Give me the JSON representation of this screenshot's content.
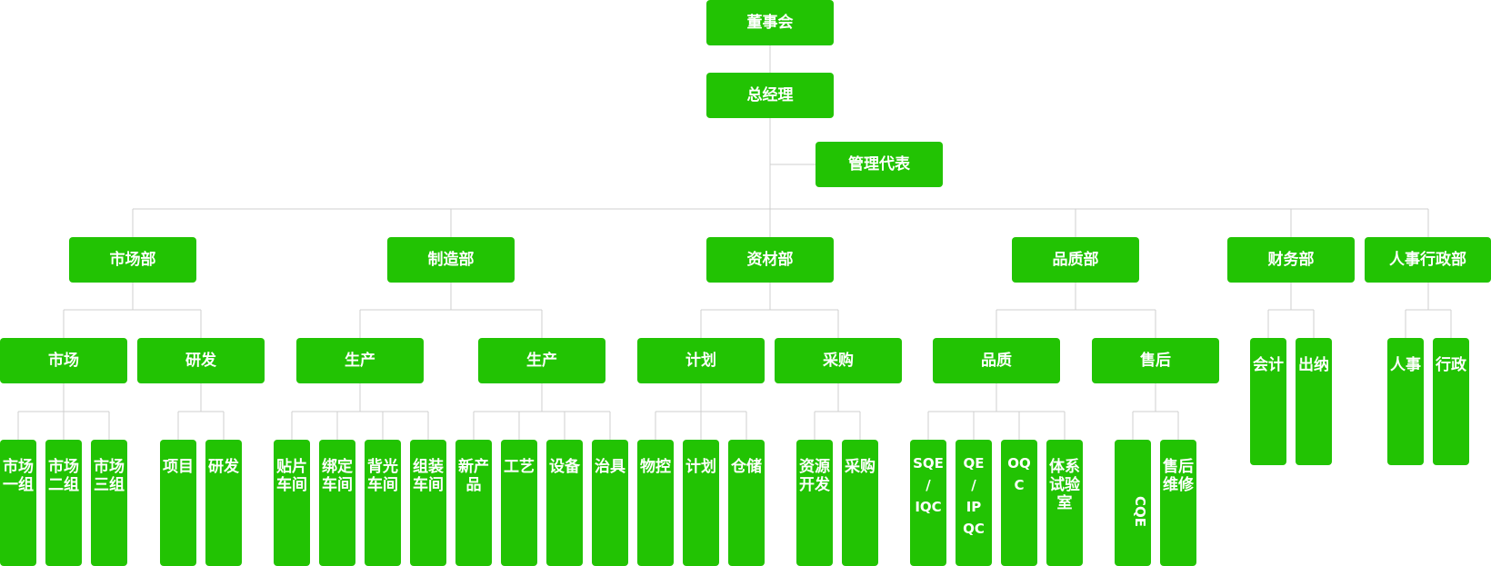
{
  "org": {
    "board": "董事会",
    "gm": "总经理",
    "mgmt_rep": "管理代表",
    "depts": {
      "market": "市场部",
      "manufacture": "制造部",
      "material": "资材部",
      "quality": "品质部",
      "finance": "财务部",
      "hr_admin": "人事行政部"
    },
    "subs": {
      "market": "市场",
      "rnd": "研发",
      "prod1": "生产",
      "prod2": "生产",
      "plan": "计划",
      "purchase": "采购",
      "quality": "品质",
      "aftersale": "售后",
      "accounting": "会计",
      "cashier": "出纳",
      "personnel": "人事",
      "admin": "行政"
    },
    "units": {
      "m1": "市场\n一组",
      "m2": "市场\n二组",
      "m3": "市场\n三组",
      "project": "项目",
      "research": "研发",
      "smt": "贴片\n车间",
      "bind": "绑定\n车间",
      "backlight": "背光\n车间",
      "assembly": "组装\n车间",
      "newprod": "新产\n品",
      "process": "工艺",
      "equipment": "设备",
      "fixture": "治具",
      "matctrl": "物控",
      "planning": "计划",
      "warehouse": "仓储",
      "sourcing": "资源\n开发",
      "buying": "采购",
      "sqe": "SQE\n/\nIQC",
      "qe": "QE\n/\nIP\nQC",
      "oqc": "OQ\nC",
      "lab": "体系\n试验\n室",
      "cqe": "CQE",
      "repair": "售后\n维修"
    }
  }
}
